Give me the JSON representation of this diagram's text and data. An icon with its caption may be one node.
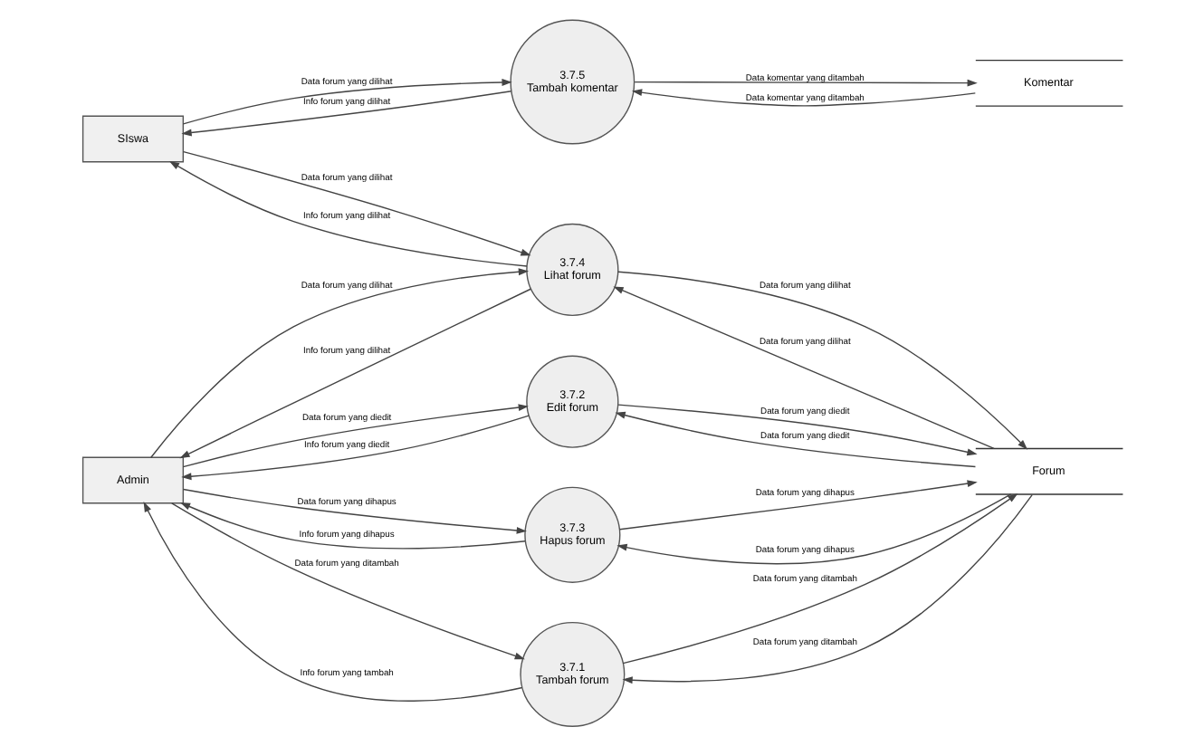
{
  "diagram": {
    "nodes": [
      {
        "text": [
          "SIswa"
        ]
      },
      {
        "text": [
          "Admin"
        ]
      },
      {
        "text": [
          "3.7.1",
          "Tambah forum"
        ]
      },
      {
        "text": [
          "3.7.2",
          "Edit forum"
        ]
      },
      {
        "text": [
          "3.7.3",
          "Hapus forum"
        ]
      },
      {
        "text": [
          "3.7.4",
          "Lihat forum"
        ]
      },
      {
        "text": [
          "3.7.5",
          "Tambah komentar"
        ]
      },
      {
        "text": [
          "Forum"
        ]
      },
      {
        "text": [
          "Komentar"
        ]
      }
    ],
    "edges": [
      {
        "from": 2,
        "to": 1,
        "arrow": "to",
        "label": "Info forum yang tambah"
      },
      {
        "from": 1,
        "to": 2,
        "arrow": "to",
        "label": "Data forum yang ditambah"
      },
      {
        "from": 2,
        "to": 7,
        "arrow": "to",
        "label": "Data forum yang ditambah"
      },
      {
        "from": 7,
        "to": 2,
        "arrow": "to",
        "label": "Data forum yang ditambah"
      },
      {
        "from": 3,
        "to": 1,
        "arrow": "to",
        "label": "Info forum yang diedit"
      },
      {
        "from": 1,
        "to": 3,
        "arrow": "to",
        "label": "Data forum yang diedit"
      },
      {
        "from": 3,
        "to": 7,
        "arrow": "to",
        "label": "Data forum yang diedit"
      },
      {
        "from": 7,
        "to": 3,
        "arrow": "to",
        "label": "Data forum yang diedit"
      },
      {
        "from": 1,
        "to": 4,
        "arrow": "to",
        "label": "Data forum yang dihapus"
      },
      {
        "from": 4,
        "to": 1,
        "arrow": "to",
        "label": "Info forum yang dihapus"
      },
      {
        "from": 7,
        "to": 4,
        "arrow": "to",
        "label": "Data forum yang dihapus"
      },
      {
        "from": 4,
        "to": 7,
        "arrow": "to",
        "label": "Data forum yang dihapus"
      },
      {
        "from": 1,
        "to": 5,
        "arrow": "to",
        "label": "Data forum yang dilihat"
      },
      {
        "from": 5,
        "to": 1,
        "arrow": "to",
        "label": "Info forum yang dilihat"
      },
      {
        "from": 0,
        "to": 5,
        "arrow": "to",
        "label": "Data forum yang dilihat"
      },
      {
        "from": 5,
        "to": 0,
        "arrow": "to",
        "label": "Info forum yang dilihat"
      },
      {
        "from": 7,
        "to": 5,
        "arrow": "to",
        "label": "Data forum yang dilihat"
      },
      {
        "from": 5,
        "to": 7,
        "arrow": "to",
        "label": "Data forum yang dilihat"
      },
      {
        "from": 0,
        "to": 6,
        "arrow": "to",
        "label": "Data forum yang dilihat"
      },
      {
        "from": 6,
        "to": 0,
        "arrow": "to",
        "label": "Info forum yang dilihat"
      },
      {
        "from": 6,
        "to": 8,
        "arrow": "to",
        "label": "Data komentar yang ditambah"
      },
      {
        "from": 8,
        "to": 6,
        "arrow": "to",
        "label": "Data komentar yang ditambah"
      }
    ]
  }
}
